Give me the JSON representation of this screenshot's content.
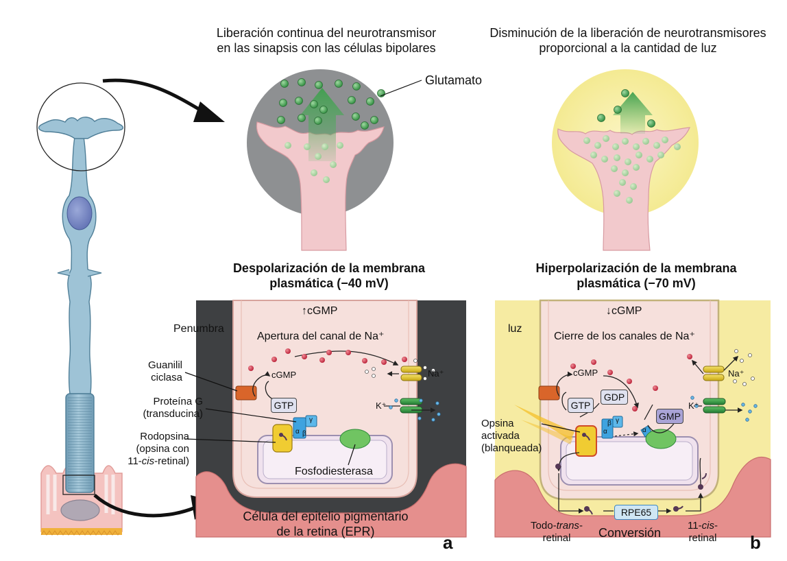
{
  "top_left_caption": {
    "line1": "Liberación continua del neurotransmisor",
    "line2": "en las sinapsis con las células bipolares"
  },
  "top_right_caption": {
    "line1": "Disminución de la liberación de neurotransmisores",
    "line2": "proporcional a la cantidad de luz"
  },
  "glutamate_label": "Glutamato",
  "panel_a": {
    "heading_line1": "Despolarización de la membrana",
    "heading_line2": "plasmática (−40 mV)",
    "cgmp_trend": "↑cGMP",
    "condition": "Penumbra",
    "channel_state": "Apertura del canal de Na⁺",
    "cgmp": "cGMP",
    "gtp": "GTP",
    "na": "Na⁺",
    "k": "K⁺",
    "guanylyl_line1": "Guanilil",
    "guanylyl_line2": "ciclasa",
    "gprotein_line1": "Proteína G",
    "gprotein_line2": "(transducina)",
    "rhodopsin_line1": "Rodopsina",
    "rhodopsin_line2": "(opsina con",
    "rhodopsin_line3_pre": "11-",
    "rhodopsin_line3_it": "cis",
    "rhodopsin_line3_post": "-retinal)",
    "pde": "Fosfodiesterasa",
    "rpe_line1": "Célula del epitelio pigmentario",
    "rpe_line2": "de la retina (EPR)",
    "alpha": "α",
    "beta": "β",
    "gamma": "γ",
    "letter": "a"
  },
  "panel_b": {
    "heading_line1": "Hiperpolarización de la membrana",
    "heading_line2": "plasmática (−70 mV)",
    "cgmp_trend": "↓cGMP",
    "condition": "luz",
    "channel_state": "Cierre de los canales de Na⁺",
    "cgmp": "cGMP",
    "gtp": "GTP",
    "gdp": "GDP",
    "gmp": "GMP",
    "na": "Na⁺",
    "k": "K⁺",
    "opsin_line1": "Opsina",
    "opsin_line2": "activada",
    "opsin_line3": "(blanqueada)",
    "rpe65": "RPE65",
    "conversion": "Conversión",
    "all_trans_pre": "Todo-",
    "all_trans_it": "trans",
    "all_trans_post": "-",
    "all_trans_line2": "retinal",
    "cis_pre": "11-",
    "cis_it": "cis",
    "cis_post": "-",
    "cis_line2": "retinal",
    "alpha": "α",
    "beta": "β",
    "gamma": "γ",
    "letter": "b"
  },
  "colors": {
    "photoreceptor": "#8fb6cc",
    "synapse_dark_bg": "#8e9092",
    "synapse_light_bg": "#f7ef9e",
    "terminal_pink": "#f2c9cc",
    "glutamate_green": "#3e9e4d",
    "arrow_green": "#5cb467",
    "dark_panel": "#3e4042",
    "light_panel": "#f6eba2",
    "cell_pink": "#f6e0dc",
    "epithelium": "#e58f8d",
    "na_channel": "#e3cc3a",
    "k_channel": "#3a9e48",
    "guanylyl_cyclase": "#d9652a",
    "pde_green": "#70c462",
    "rhodopsin_yellow": "#f0cc32"
  }
}
